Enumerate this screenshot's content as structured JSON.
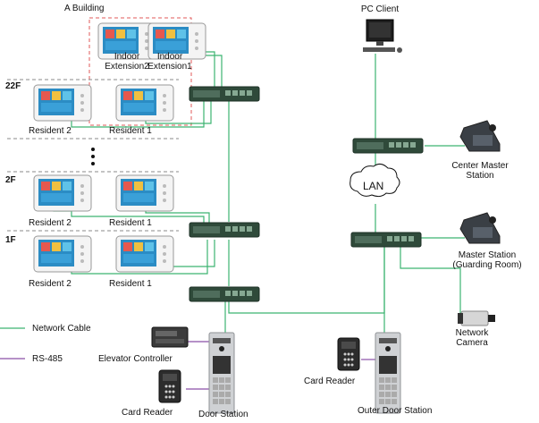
{
  "building": {
    "name": "A Building"
  },
  "floors": {
    "f22": "22F",
    "f2": "2F",
    "f1": "1F"
  },
  "devices": {
    "indoor_ext2": "Indoor\nExtension2",
    "indoor_ext1": "Indoor\nExtension1",
    "resident_1": "Resident 1",
    "resident_2": "Resident 2",
    "pc_client": "PC Client",
    "lan": "LAN",
    "center_master": "Center Master\nStation",
    "master_guard": "Master Station\n(Guarding Room)",
    "network_camera": "Network\nCamera",
    "card_reader": "Card Reader",
    "door_station": "Door Station",
    "outer_door_station": "Outer Door Station",
    "elevator_controller": "Elevator Controller"
  },
  "legend": {
    "network_cable": "Network Cable",
    "rs485": "RS-485",
    "network_color": "#3cb371",
    "rs485_color": "#8a4fa8"
  },
  "colors": {
    "indoor_dashed": "#e05a5a",
    "floor_dashed": "#888888",
    "switch_body": "#2f4a3a"
  }
}
